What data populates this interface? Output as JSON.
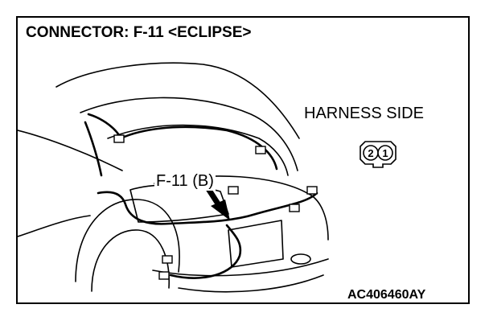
{
  "title": "CONNECTOR: F-11 <ECLIPSE>",
  "harness_side": "HARNESS SIDE",
  "callout": "F-11 (B)",
  "connector_pins": [
    "2",
    "1"
  ],
  "figure_code": "AC406460AY",
  "colors": {
    "line": "#000000",
    "background": "#ffffff"
  }
}
